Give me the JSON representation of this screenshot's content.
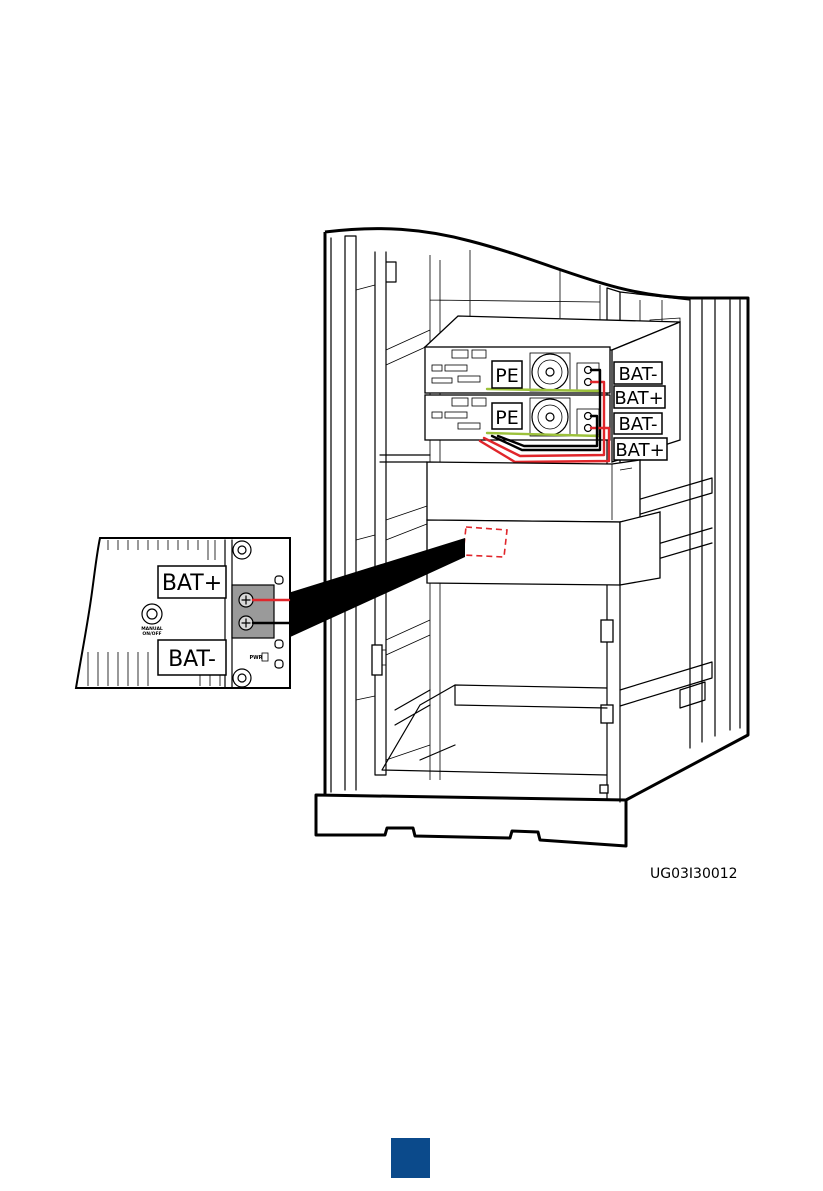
{
  "diagram": {
    "module_1": {
      "pe_label": "PE",
      "bat_minus_label": "BAT-",
      "bat_plus_label": "BAT+"
    },
    "module_2": {
      "pe_label": "PE",
      "bat_minus_label": "BAT-",
      "bat_plus_label": "BAT+"
    },
    "inset": {
      "bat_plus_label": "BAT+",
      "bat_minus_label": "BAT-",
      "switch_label_line1": "MANUAL",
      "switch_label_line2": "ON/OFF",
      "power_label": "PWR"
    },
    "figure_code": "UG03I30012"
  },
  "colors": {
    "positive_cable": "#e0262b",
    "negative_cable": "#000000",
    "ground_cable": "#9cc13b",
    "terminal_block": "#9a9a9a",
    "page_marker": "#0b4a8b"
  }
}
